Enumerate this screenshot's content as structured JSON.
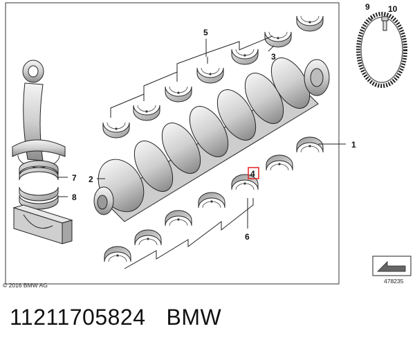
{
  "copyright": "© 2016 BMW AG",
  "diagram_number": "478235",
  "callouts": {
    "c1": "1",
    "c2": "2",
    "c3": "3",
    "c4": "4",
    "c5": "5",
    "c6": "6",
    "c7": "7",
    "c8": "8",
    "c9": "9",
    "c10": "10"
  },
  "highlighted_callout": "4",
  "highlight_color": "#e0201e",
  "footer": {
    "part_number": "11211705824",
    "brand": "BMW"
  }
}
